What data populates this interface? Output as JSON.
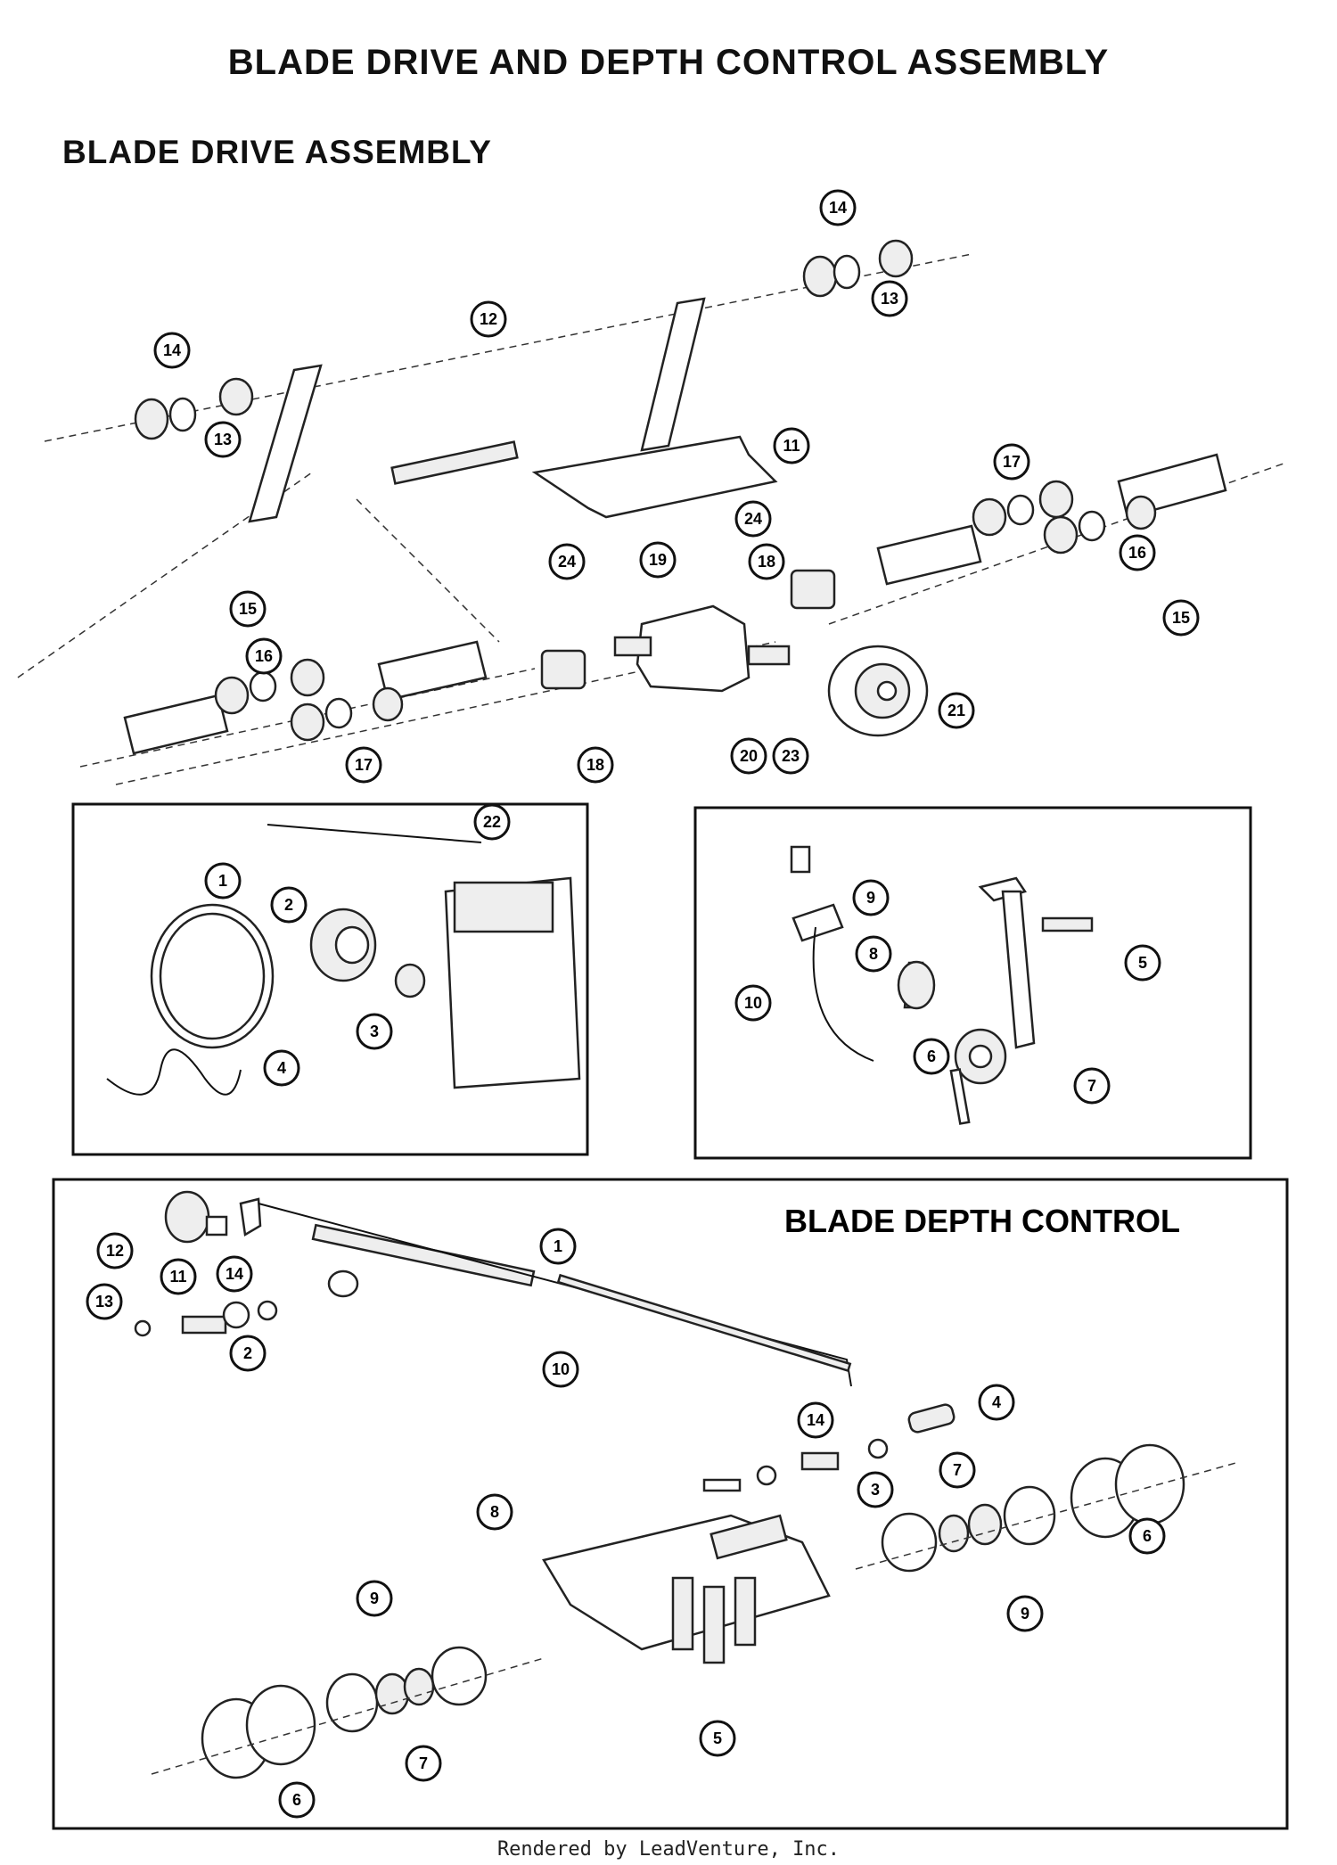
{
  "title": "BLADE DRIVE AND DEPTH CONTROL ASSEMBLY",
  "sections": {
    "drive": "BLADE DRIVE ASSEMBLY",
    "depth": "BLADE DEPTH CONTROL"
  },
  "footer": "Rendered by LeadVenture, Inc.",
  "callouts": {
    "drive": [
      "14",
      "13",
      "12",
      "14",
      "13",
      "11",
      "17",
      "16",
      "15",
      "24",
      "19",
      "18",
      "24",
      "15",
      "16",
      "17",
      "18",
      "20",
      "23",
      "21"
    ],
    "inset_left": [
      "22",
      "1",
      "2",
      "3",
      "4"
    ],
    "inset_right": [
      "9",
      "10",
      "8",
      "5",
      "6",
      "7"
    ],
    "depth": [
      "12",
      "13",
      "11",
      "14",
      "2",
      "1",
      "10",
      "4",
      "14",
      "3",
      "7",
      "6",
      "8",
      "9",
      "9",
      "7",
      "6",
      "5"
    ]
  }
}
